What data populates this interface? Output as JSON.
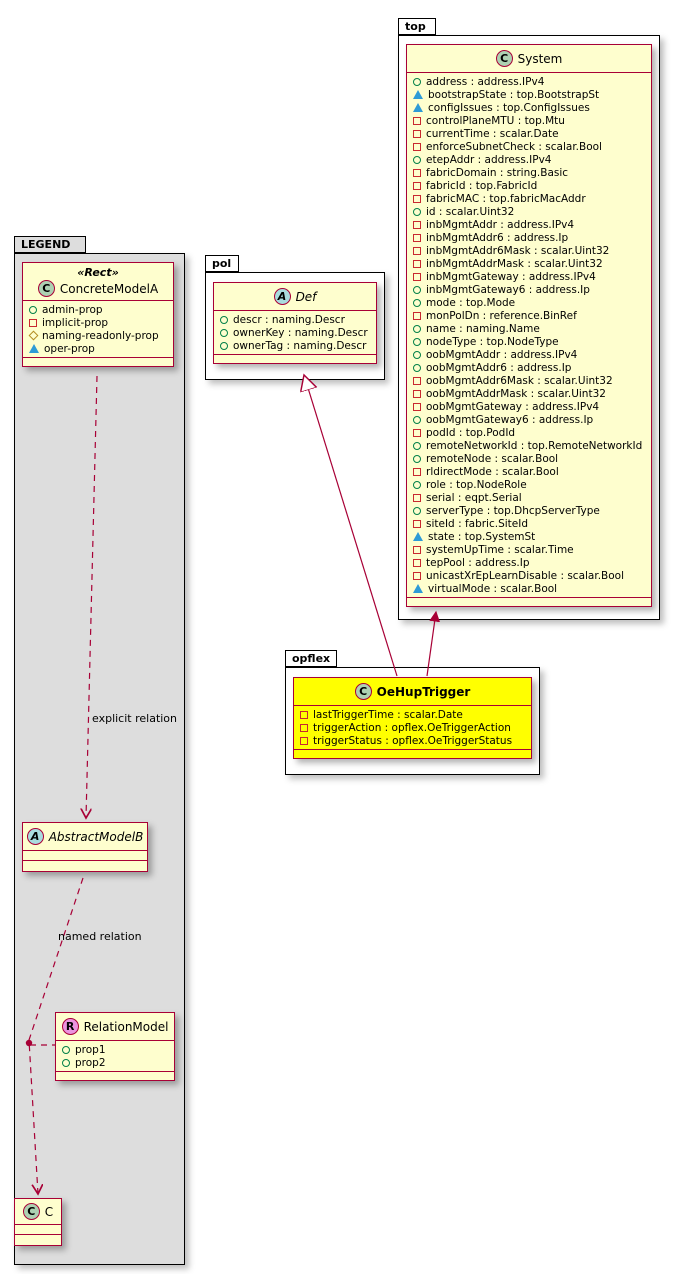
{
  "packages": {
    "legend": {
      "label": "LEGEND"
    },
    "pol": {
      "label": "pol"
    },
    "top": {
      "label": "top"
    },
    "opflex": {
      "label": "opflex"
    }
  },
  "classes": {
    "system": {
      "spot": "C",
      "title": "System",
      "attrs": [
        {
          "icon": "circle",
          "text": "address : address.IPv4"
        },
        {
          "icon": "triangle",
          "text": "bootstrapState : top.BootstrapSt"
        },
        {
          "icon": "triangle",
          "text": "configIssues : top.ConfigIssues"
        },
        {
          "icon": "square",
          "text": "controlPlaneMTU : top.Mtu"
        },
        {
          "icon": "square",
          "text": "currentTime : scalar.Date"
        },
        {
          "icon": "square",
          "text": "enforceSubnetCheck : scalar.Bool"
        },
        {
          "icon": "circle",
          "text": "etepAddr : address.IPv4"
        },
        {
          "icon": "square",
          "text": "fabricDomain : string.Basic"
        },
        {
          "icon": "square",
          "text": "fabricId : top.FabricId"
        },
        {
          "icon": "square",
          "text": "fabricMAC : top.fabricMacAddr"
        },
        {
          "icon": "circle",
          "text": "id : scalar.Uint32"
        },
        {
          "icon": "square",
          "text": "inbMgmtAddr : address.IPv4"
        },
        {
          "icon": "square",
          "text": "inbMgmtAddr6 : address.Ip"
        },
        {
          "icon": "square",
          "text": "inbMgmtAddr6Mask : scalar.Uint32"
        },
        {
          "icon": "square",
          "text": "inbMgmtAddrMask : scalar.Uint32"
        },
        {
          "icon": "square",
          "text": "inbMgmtGateway : address.IPv4"
        },
        {
          "icon": "circle",
          "text": "inbMgmtGateway6 : address.Ip"
        },
        {
          "icon": "circle",
          "text": "mode : top.Mode"
        },
        {
          "icon": "square",
          "text": "monPolDn : reference.BinRef"
        },
        {
          "icon": "circle",
          "text": "name : naming.Name"
        },
        {
          "icon": "circle",
          "text": "nodeType : top.NodeType"
        },
        {
          "icon": "circle",
          "text": "oobMgmtAddr : address.IPv4"
        },
        {
          "icon": "circle",
          "text": "oobMgmtAddr6 : address.Ip"
        },
        {
          "icon": "square",
          "text": "oobMgmtAddr6Mask : scalar.Uint32"
        },
        {
          "icon": "square",
          "text": "oobMgmtAddrMask : scalar.Uint32"
        },
        {
          "icon": "square",
          "text": "oobMgmtGateway : address.IPv4"
        },
        {
          "icon": "circle",
          "text": "oobMgmtGateway6 : address.Ip"
        },
        {
          "icon": "square",
          "text": "podId : top.PodId"
        },
        {
          "icon": "circle",
          "text": "remoteNetworkId : top.RemoteNetworkId"
        },
        {
          "icon": "circle",
          "text": "remoteNode : scalar.Bool"
        },
        {
          "icon": "square",
          "text": "rldirectMode : scalar.Bool"
        },
        {
          "icon": "circle",
          "text": "role : top.NodeRole"
        },
        {
          "icon": "square",
          "text": "serial : eqpt.Serial"
        },
        {
          "icon": "circle",
          "text": "serverType : top.DhcpServerType"
        },
        {
          "icon": "square",
          "text": "siteId : fabric.SiteId"
        },
        {
          "icon": "triangle",
          "text": "state : top.SystemSt"
        },
        {
          "icon": "square",
          "text": "systemUpTime : scalar.Time"
        },
        {
          "icon": "square",
          "text": "tepPool : address.Ip"
        },
        {
          "icon": "square",
          "text": "unicastXrEpLearnDisable : scalar.Bool"
        },
        {
          "icon": "triangle",
          "text": "virtualMode : scalar.Bool"
        }
      ]
    },
    "def": {
      "spot": "A",
      "title": "Def",
      "attrs": [
        {
          "icon": "circle",
          "text": "descr : naming.Descr"
        },
        {
          "icon": "circle",
          "text": "ownerKey : naming.Descr"
        },
        {
          "icon": "circle",
          "text": "ownerTag : naming.Descr"
        }
      ]
    },
    "oehuptrigger": {
      "spot": "C",
      "title": "OeHupTrigger",
      "attrs": [
        {
          "icon": "square",
          "text": "lastTriggerTime : scalar.Date"
        },
        {
          "icon": "square",
          "text": "triggerAction : opflex.OeTriggerAction"
        },
        {
          "icon": "square",
          "text": "triggerStatus : opflex.OeTriggerStatus"
        }
      ]
    },
    "concrete": {
      "spot": "C",
      "stereotype": "«Rect»",
      "title": "ConcreteModelA",
      "attrs": [
        {
          "icon": "circle",
          "text": "admin-prop"
        },
        {
          "icon": "square",
          "text": "implicit-prop"
        },
        {
          "icon": "diamond",
          "text": "naming-readonly-prop"
        },
        {
          "icon": "triangle",
          "text": "oper-prop"
        }
      ]
    },
    "abstractb": {
      "spot": "A",
      "title": "AbstractModelB",
      "attrs": []
    },
    "relationmodel": {
      "spot": "R",
      "title": "RelationModel",
      "attrs": [
        {
          "icon": "circle",
          "text": "prop1"
        },
        {
          "icon": "circle",
          "text": "prop2"
        }
      ]
    },
    "cclass": {
      "spot": "C",
      "title": "C",
      "attrs": []
    }
  },
  "relations": {
    "explicit_label": "explicit relation",
    "named_label": "named relation"
  },
  "colors": {
    "class_bg": "#FEFECE",
    "class_border": "#A80036",
    "highlight_bg": "#FFFF00",
    "legend_bg": "#DDDDDD",
    "spot_class": "#ADD1B2",
    "spot_abstract": "#A9DCDF",
    "spot_relation": "#EB93DF",
    "icon_circle": "#038048",
    "icon_square": "#C82930",
    "icon_diamond": "#B38D22",
    "icon_triangle": "#2E9BD6",
    "relation_line": "#A80036"
  }
}
